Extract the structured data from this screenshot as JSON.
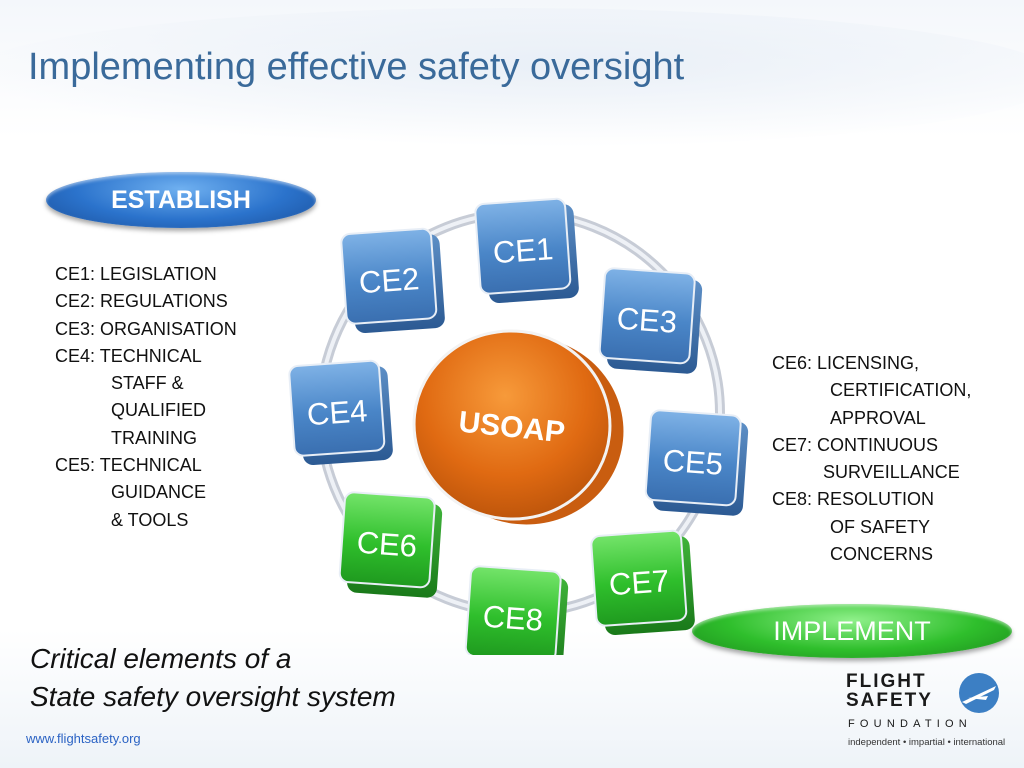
{
  "title": "Implementing effective safety oversight",
  "establish_label": "ESTABLISH",
  "implement_label": "IMPLEMENT",
  "center_label": "USOAP",
  "cycle": {
    "elements": [
      {
        "label": "CE1",
        "color": "blue"
      },
      {
        "label": "CE2",
        "color": "blue"
      },
      {
        "label": "CE3",
        "color": "blue"
      },
      {
        "label": "CE4",
        "color": "blue"
      },
      {
        "label": "CE5",
        "color": "blue"
      },
      {
        "label": "CE6",
        "color": "green"
      },
      {
        "label": "CE7",
        "color": "green"
      },
      {
        "label": "CE8",
        "color": "green"
      }
    ]
  },
  "establish_list": [
    [
      "CE1: LEGISLATION"
    ],
    [
      "CE2: REGULATIONS"
    ],
    [
      "CE3: ORGANISATION"
    ],
    [
      "CE4: TECHNICAL",
      "STAFF &",
      "QUALIFIED",
      "TRAINING"
    ],
    [
      "CE5: TECHNICAL",
      "GUIDANCE",
      "& TOOLS"
    ]
  ],
  "implement_list": [
    [
      "CE6: LICENSING,",
      "CERTIFICATION,",
      "APPROVAL"
    ],
    [
      "CE7: CONTINUOUS",
      "SURVEILLANCE"
    ],
    [
      "CE8: RESOLUTION",
      "OF SAFETY",
      "CONCERNS"
    ]
  ],
  "caption": {
    "line1": "Critical elements of a",
    "line2": "State safety oversight system"
  },
  "url": "www.flightsafety.org",
  "logo": {
    "line1": "FLIGHT",
    "line2": "SAFETY",
    "line3": "FOUNDATION",
    "tagline": "independent • impartial • international"
  },
  "colors": {
    "title": "#3a6a9a",
    "ce_blue": "#4a86c8",
    "ce_green": "#2fbf2c",
    "center_orange": "#e06a12",
    "url": "#2b63c4"
  }
}
